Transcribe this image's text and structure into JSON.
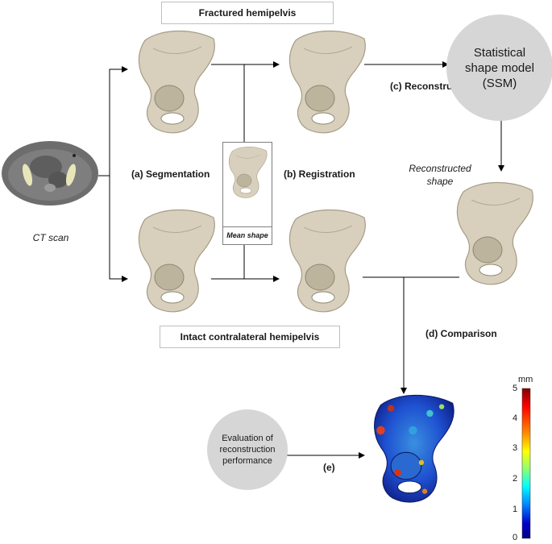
{
  "labels": {
    "fractured": "Fractured hemipelvis",
    "intact": "Intact contralateral hemipelvis",
    "ct_scan": "CT scan",
    "step_a": "(a) Segmentation",
    "step_b": "(b) Registration",
    "step_c": "(c) Reconstruction",
    "step_d": "(d) Comparison",
    "step_e": "(e)",
    "mean_shape": "Mean shape",
    "reconstructed_line1": "Reconstructed",
    "reconstructed_line2": "shape"
  },
  "ssm": {
    "line1": "Statistical",
    "line2": "shape model",
    "line3": "(SSM)"
  },
  "evaluation": {
    "line1": "Evaluation of",
    "line2": "reconstruction",
    "line3": "performance"
  },
  "colorbar": {
    "unit": "mm",
    "ticks": [
      "5",
      "4",
      "3",
      "2",
      "1",
      "0"
    ],
    "range": [
      0,
      5
    ],
    "colors": [
      "#7f0000",
      "#ff0000",
      "#ff8c00",
      "#ffff00",
      "#7fff7f",
      "#00ffff",
      "#0080ff",
      "#0000c8",
      "#000080"
    ]
  },
  "colors": {
    "bone": "#d8d0bd",
    "bone_shadow": "#a59c86",
    "circle_fill": "#d6d6d6",
    "arrow": "#000000"
  }
}
